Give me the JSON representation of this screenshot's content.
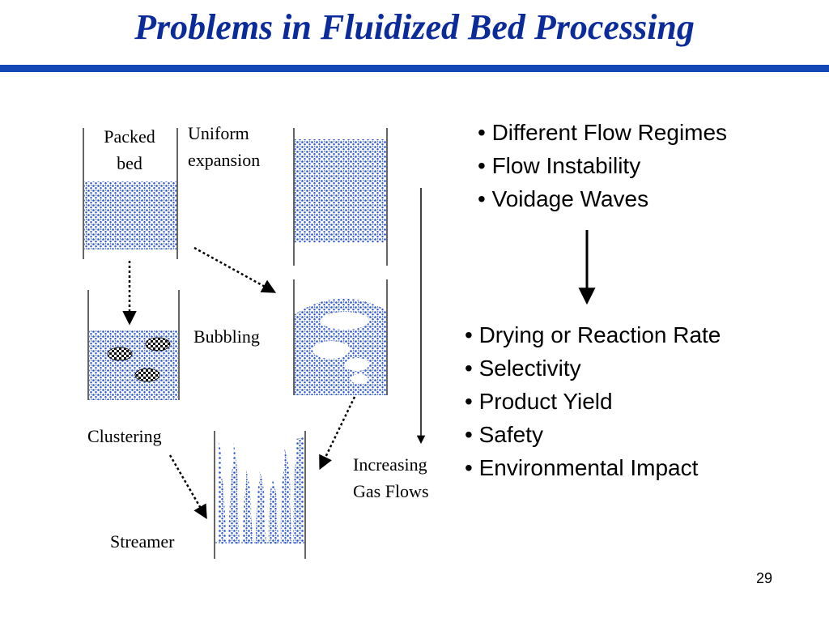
{
  "slide": {
    "title": "Problems in Fluidized Bed Processing",
    "page_number": "29"
  },
  "diagram": {
    "labels": {
      "packed_bed_line1": "Packed",
      "packed_bed_line2": "bed",
      "uniform_line1": "Uniform",
      "uniform_line2": "expansion",
      "bubbling": "Bubbling",
      "clustering": "Clustering",
      "streamer": "Streamer",
      "gas_line1": "Increasing",
      "gas_line2": "Gas Flows"
    },
    "colors": {
      "particle": "#2a55c8",
      "title": "#0b2b9a",
      "rule": "#1448b6"
    }
  },
  "problems": [
    {
      "text": "• Different Flow Regimes"
    },
    {
      "text": "• Flow Instability"
    },
    {
      "text": "• Voidage Waves"
    }
  ],
  "impacts": [
    {
      "text": "• Drying or Reaction Rate"
    },
    {
      "text": "• Selectivity"
    },
    {
      "text": "• Product Yield"
    },
    {
      "text": "• Safety"
    },
    {
      "text": "• Environmental Impact"
    }
  ]
}
